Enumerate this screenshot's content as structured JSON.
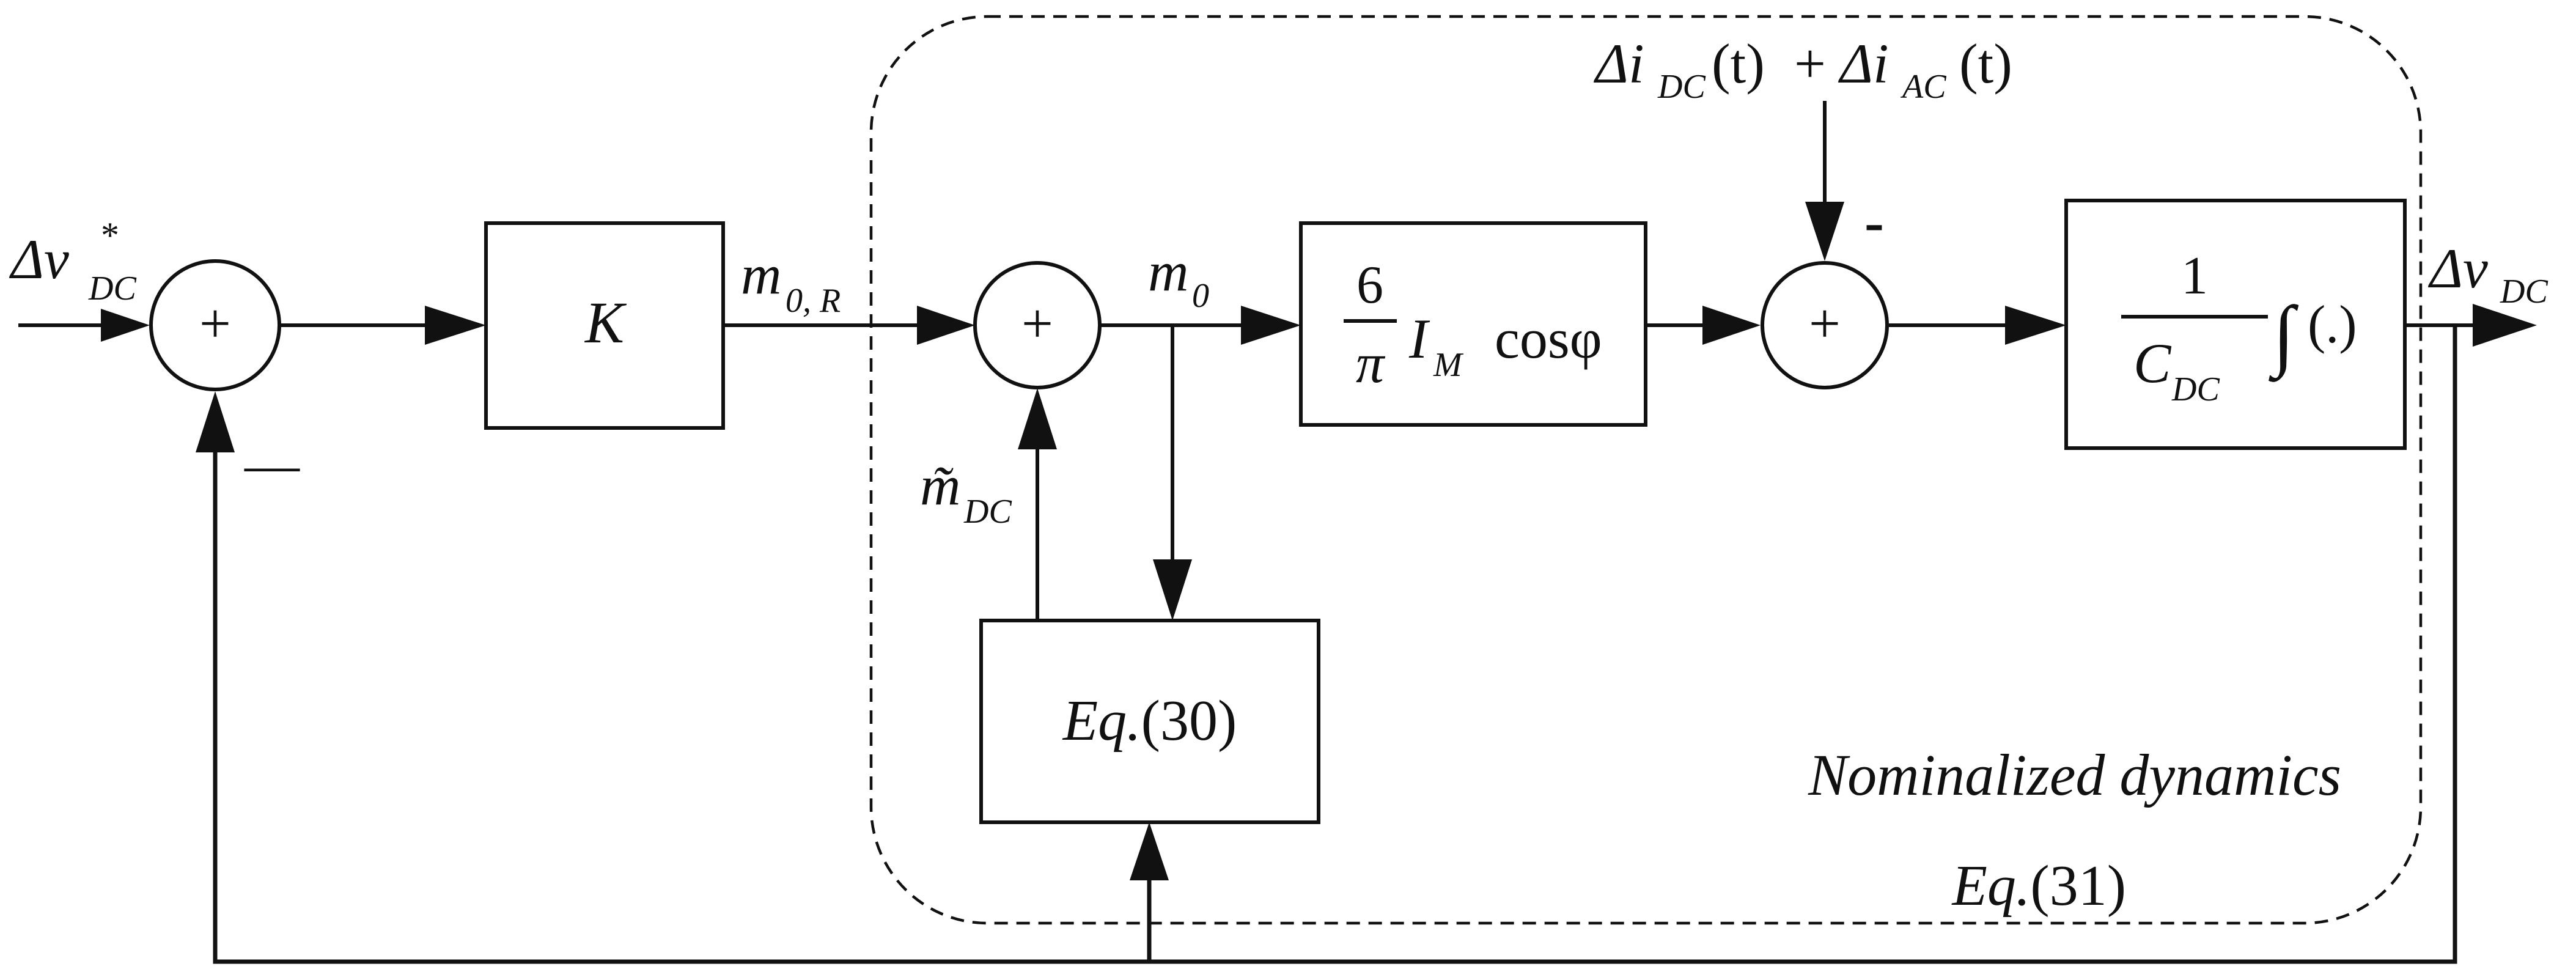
{
  "inputs": {
    "reference": {
      "symbol": "Δv",
      "sup": "*",
      "sub": "DC"
    },
    "disturbance": "Δi_DC(t) + Δi_AC(t)"
  },
  "disturbance_parts": {
    "delta1": "Δi",
    "sub1": "DC",
    "arg1": "(t)",
    "plus": "+",
    "delta2": "Δi",
    "sub2": "AC",
    "arg2": "(t)"
  },
  "summing_junctions": {
    "plus_symbol": "+",
    "feedback_sign": "—",
    "disturbance_sign": "-"
  },
  "blocks": {
    "gain": "K",
    "ac_gain": {
      "numerator": "6",
      "denominator": "π",
      "body": "I",
      "body_sub": "M",
      "tail": "cosφ"
    },
    "integrator": {
      "numerator": "1",
      "denominator": "C",
      "denominator_sub": "DC",
      "integral": "∫",
      "arg": "(.)"
    },
    "eq30": {
      "prefix": "Eq.",
      "number": "(30)"
    }
  },
  "signals": {
    "m0R": {
      "symbol": "m",
      "sub": "0, R"
    },
    "m0": {
      "symbol": "m",
      "sub": "0"
    },
    "mdc": {
      "symbol": "m̃",
      "sub": "DC"
    },
    "output": {
      "symbol": "Δv",
      "sub": "DC"
    }
  },
  "region": {
    "label": "Nominalized dynamics",
    "eq_prefix": "Eq.",
    "eq_number": "(31)"
  }
}
